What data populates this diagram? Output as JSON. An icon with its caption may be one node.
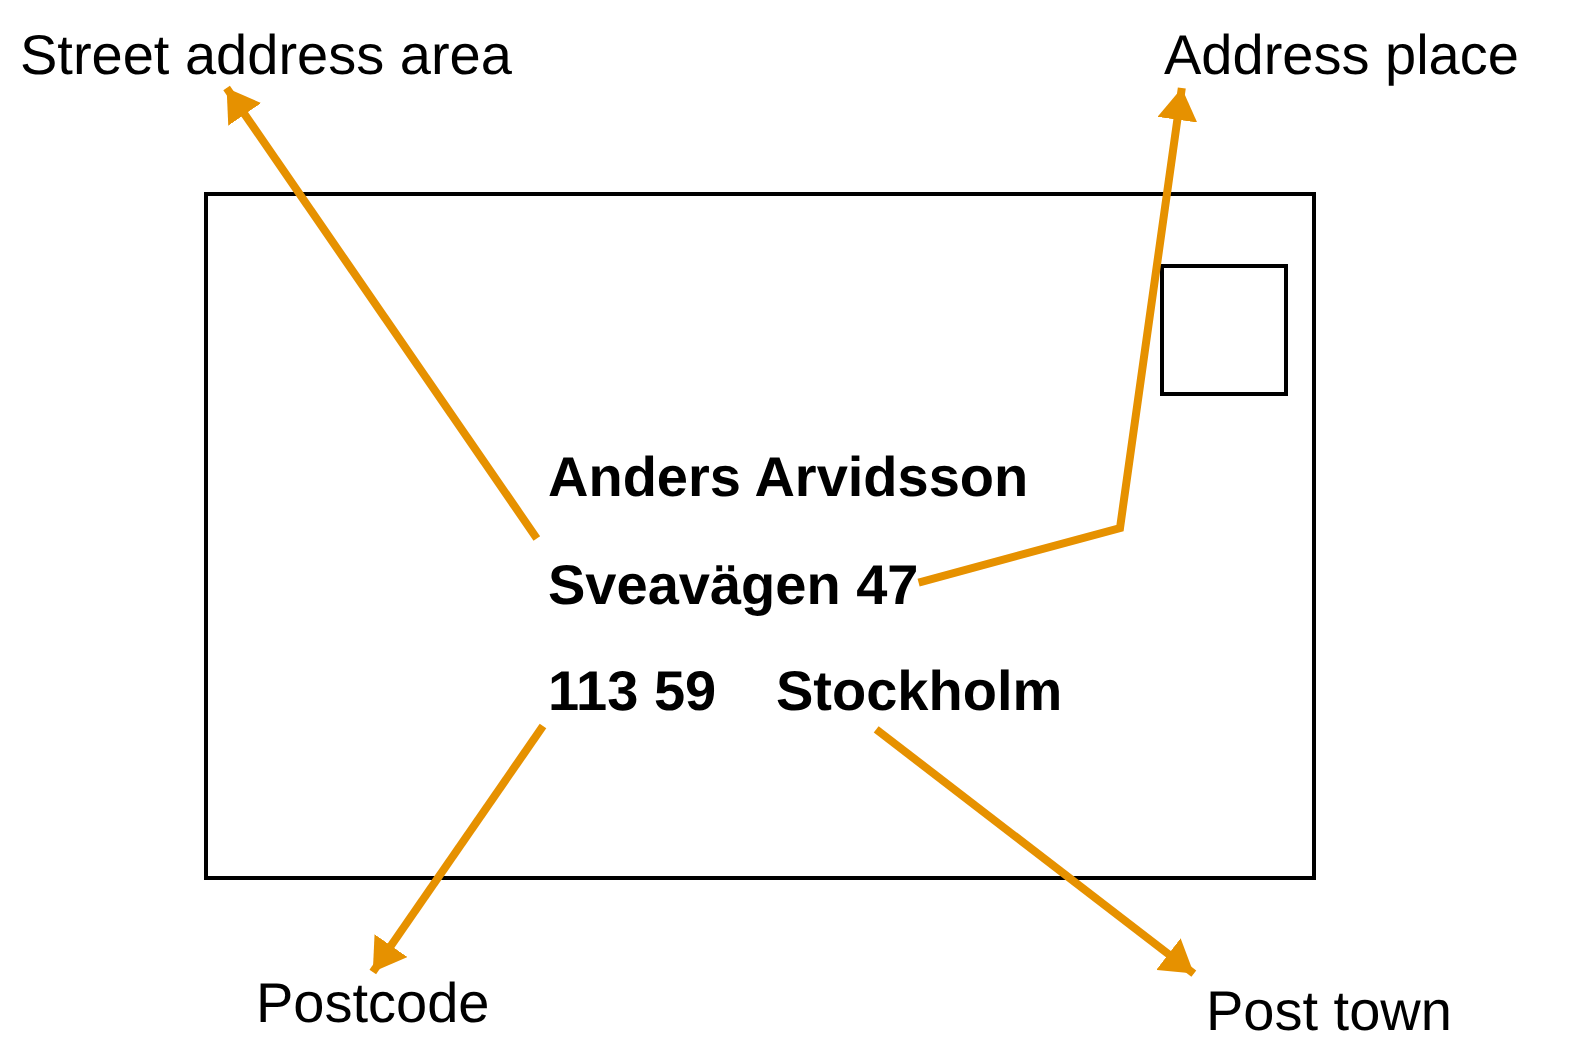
{
  "diagram": {
    "nodes": [
      {
        "text": [],
        "shape": "box"
      },
      {
        "text": [],
        "shape": "box",
        "in": 0
      },
      {
        "text": [
          "Anders Arvidsson"
        ],
        "in": 0
      },
      {
        "text": [
          "Sveavägen 47"
        ],
        "in": 0
      },
      {
        "text": [
          "113 59"
        ],
        "in": 0
      },
      {
        "text": [
          "Stockholm"
        ],
        "in": 0
      },
      {
        "text": [
          "Street address area"
        ]
      },
      {
        "text": [
          "Address place"
        ]
      },
      {
        "text": [
          "Postcode"
        ]
      },
      {
        "text": [
          "Post town"
        ]
      }
    ],
    "edges": [
      {
        "from": 3,
        "to": 6,
        "arrow": "to"
      },
      {
        "from": 3,
        "to": 7,
        "arrow": "to"
      },
      {
        "from": 4,
        "to": 8,
        "arrow": "to"
      },
      {
        "from": 5,
        "to": 9,
        "arrow": "to"
      }
    ]
  }
}
